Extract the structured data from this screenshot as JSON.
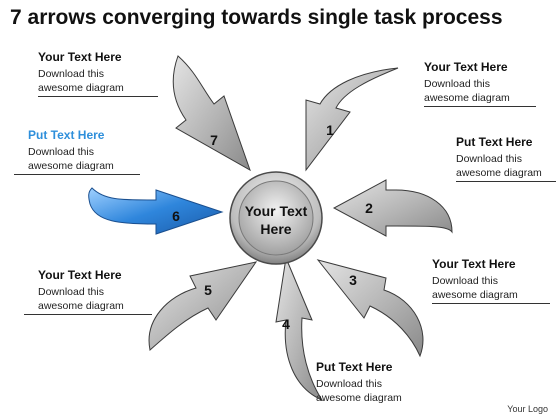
{
  "title": "7 arrows converging towards single task process",
  "center": {
    "line1": "Your Text",
    "line2": "Here"
  },
  "arrows": [
    {
      "num": "1"
    },
    {
      "num": "2"
    },
    {
      "num": "3"
    },
    {
      "num": "4"
    },
    {
      "num": "5"
    },
    {
      "num": "6"
    },
    {
      "num": "7"
    }
  ],
  "callouts": [
    {
      "heading": "Your Text Here",
      "line1": "Download this",
      "line2": "awesome diagram"
    },
    {
      "heading": "Put Text Here",
      "line1": "Download this",
      "line2": "awesome diagram"
    },
    {
      "heading": "Your Text Here",
      "line1": "Download this",
      "line2": "awesome diagram"
    },
    {
      "heading": "Put Text Here",
      "line1": "Download this",
      "line2": "awesome diagram"
    },
    {
      "heading": "Your Text Here",
      "line1": "Download this",
      "line2": "awesome diagram"
    },
    {
      "heading": "Put Text Here",
      "line1": "Download this",
      "line2": "awesome diagram"
    },
    {
      "heading": "Your Text Here",
      "line1": "Download this",
      "line2": "awesome diagram"
    }
  ],
  "footer": {
    "logo": "Your Logo"
  },
  "colors": {
    "arrow": "#b5b5b5",
    "highlight": "#2f86dc",
    "accent_text": "#2e8fdb"
  }
}
